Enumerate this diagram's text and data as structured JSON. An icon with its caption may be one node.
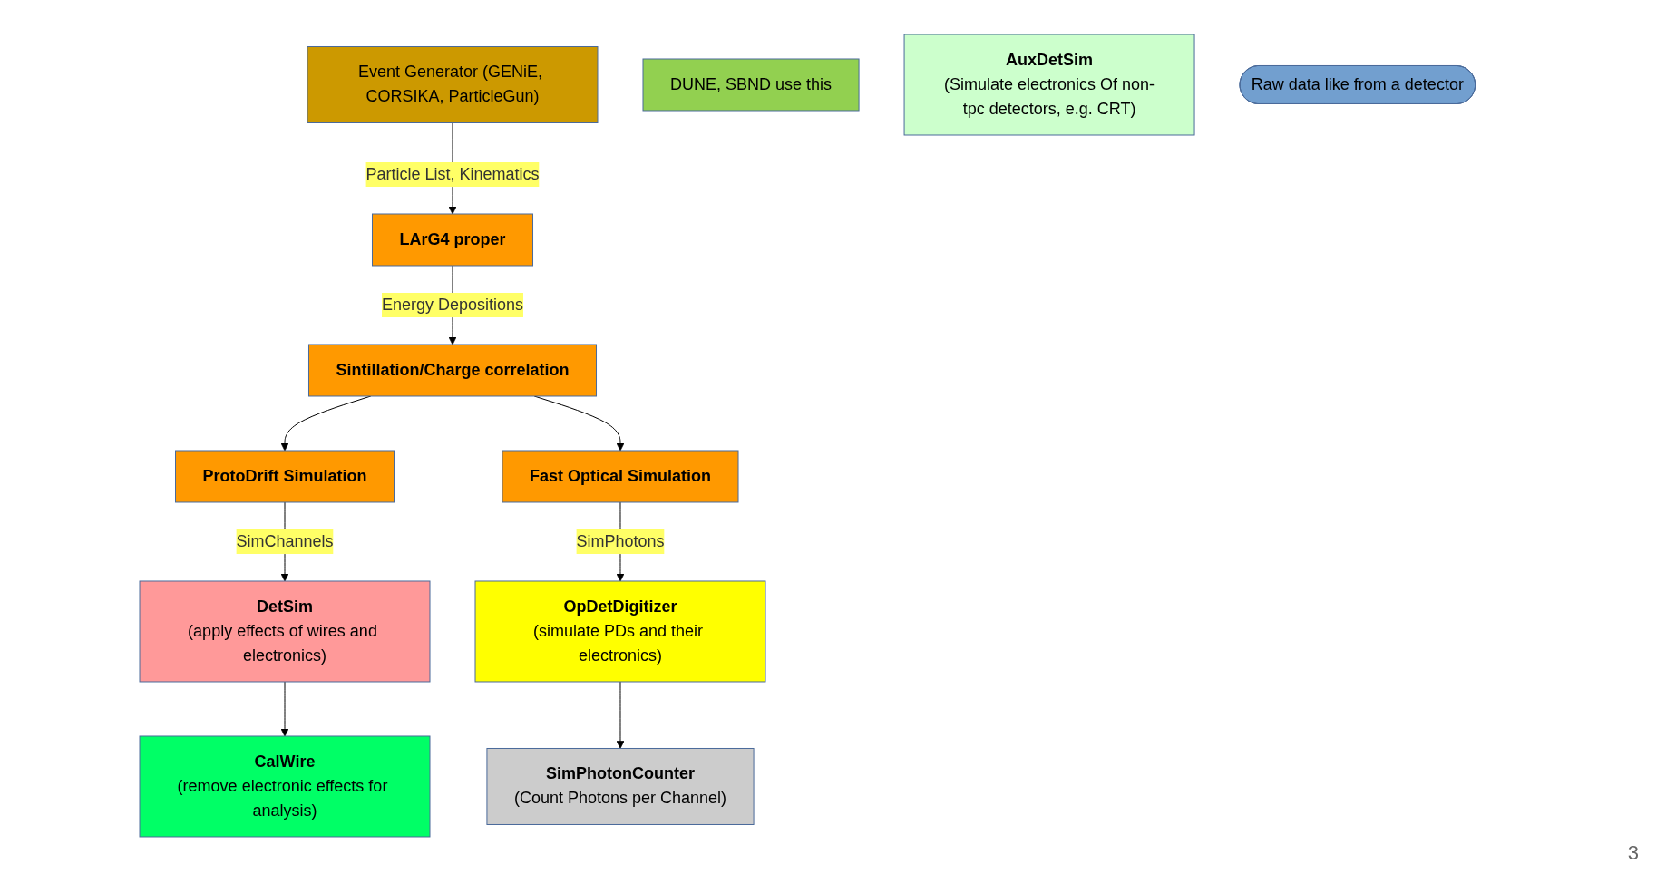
{
  "diagram": {
    "nodes": [
      {
        "text": [
          "Event Generator (GENiE, CORSIKA, ParticleGun)"
        ]
      },
      {
        "text": [
          "LArG4 proper"
        ]
      },
      {
        "text": [
          "Sintillation/Charge correlation"
        ]
      },
      {
        "text": [
          "ProtoDrift Simulation"
        ]
      },
      {
        "text": [
          "Fast Optical Simulation"
        ]
      },
      {
        "text": [
          "DUNE, SBND use this"
        ]
      },
      {
        "text": [
          "DetSim",
          "(apply effects of wires and electronics)"
        ]
      },
      {
        "text": [
          "OpDetDigitizer",
          "(simulate PDs and their electronics)"
        ]
      },
      {
        "text": [
          "AuxDetSim",
          "(Simulate electronics Of non-tpc detectors, e.g. CRT)"
        ]
      },
      {
        "text": [
          "Raw data like from a detector"
        ]
      },
      {
        "text": [
          "CalWire",
          "(remove electronic effects for analysis)"
        ]
      },
      {
        "text": [
          "SimPhotonCounter",
          "(Count Photons per Channel)"
        ]
      }
    ],
    "edges": [
      {
        "from": 0,
        "to": 1,
        "arrow": "to",
        "label": "Particle List, Kinematics"
      },
      {
        "from": 1,
        "to": 2,
        "arrow": "to",
        "label": "Energy Depositions"
      },
      {
        "from": 2,
        "to": 3,
        "arrow": "to"
      },
      {
        "from": 2,
        "to": 4,
        "arrow": "to"
      },
      {
        "from": 3,
        "to": 6,
        "arrow": "to",
        "label": "SimChannels"
      },
      {
        "from": 4,
        "to": 7,
        "arrow": "to",
        "label": "SimPhotons"
      },
      {
        "from": 6,
        "to": 10,
        "arrow": "to"
      },
      {
        "from": 7,
        "to": 11,
        "arrow": "to"
      }
    ],
    "labels": [
      "3"
    ]
  }
}
